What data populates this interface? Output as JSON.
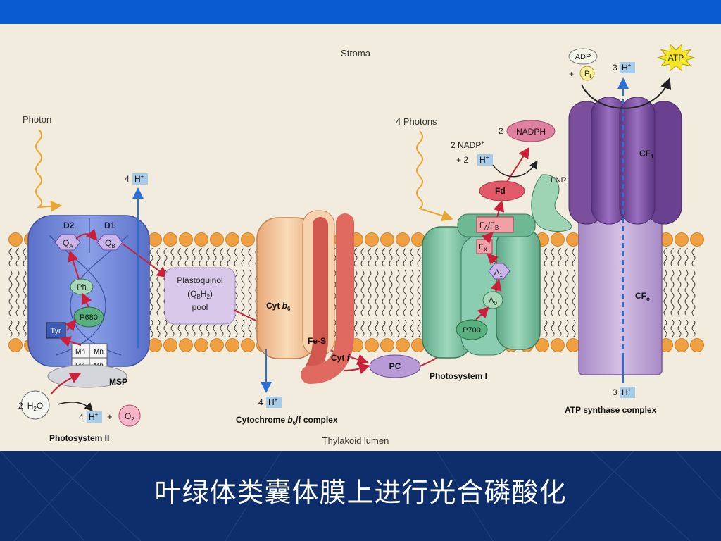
{
  "slide": {
    "caption": "叶绿体类囊体膜上进行光合磷酸化"
  },
  "diagram": {
    "stroma": "Stroma",
    "lumen": "Thylakoid lumen",
    "photon": "Photon",
    "four_photons": "4 Photons",
    "psii": {
      "title": "Photosystem II",
      "d2": "D2",
      "d1": "D1",
      "qa": "Q",
      "qa_sub": "A",
      "qb": "Q",
      "qb_sub": "B",
      "ph": "Ph",
      "p680": "P680",
      "tyr": "Tyr",
      "mn1": "Mn",
      "mn2": "Mn",
      "mn3": "Mn",
      "mn4": "Mn",
      "msp": "MSP"
    },
    "water": {
      "coef": "2",
      "h": "H",
      "sub": "2",
      "o": "O"
    },
    "psii_products": {
      "coef": "4",
      "h": "H",
      "sup": "+",
      "plus": "+",
      "o": "O",
      "osub": "2"
    },
    "psii_proton": {
      "coef": "4",
      "h": "H",
      "sup": "+"
    },
    "pq": {
      "line1": "Plastoquinol",
      "line2a": "(Q",
      "line2b": "B",
      "line2c": "H",
      "line2d": "2",
      "line2e": ")",
      "line3": "pool"
    },
    "cyt": {
      "title_a": "Cytochrome ",
      "title_b": "b",
      "title_c": "6",
      "title_d": "/f complex",
      "cytb": "Cyt ",
      "cytb_i": "b",
      "cytb_sub": "6",
      "fes": "Fe-S",
      "cytf": "Cyt ",
      "cytf_i": "f",
      "proton_coef": "4",
      "proton_h": "H",
      "proton_sup": "+"
    },
    "pc": "PC",
    "psi": {
      "title": "Photosystem I",
      "p700": "P700",
      "a0": "A",
      "a0_sub": "0",
      "a1": "A",
      "a1_sub": "1",
      "fx": "F",
      "fx_sub": "X",
      "fafb_a": "F",
      "fafb_asub": "A",
      "fafb_sep": "/F",
      "fafb_bsub": "B",
      "fd": "Fd",
      "fnr": "FNR"
    },
    "nadp": {
      "line1_coef": "2 NADP",
      "line1_sup": "+",
      "line2_plus": "+ 2",
      "line2_h": "H",
      "line2_sup": "+",
      "nadph_coef": "2",
      "nadph": "NADPH"
    },
    "atp": {
      "title": "ATP synthase complex",
      "cf1": "CF",
      "cf1_sub": "1",
      "cfo": "CF",
      "cfo_sub": "o",
      "adp": "ADP",
      "plus": "+",
      "pi": "P",
      "pi_sub": "i",
      "atp": "ATP",
      "top_coef": "3",
      "top_h": "H",
      "top_sup": "+",
      "bot_coef": "3",
      "bot_h": "H",
      "bot_sup": "+"
    }
  },
  "colors": {
    "background": "#f2ecde",
    "top_bar": "#0b5bd0",
    "caption_band": "#0d2d6b",
    "psii": "#6f86d8",
    "cyt_b6": "#f3c49a",
    "cyt_f": "#e06a60",
    "psi": "#7fc3a5",
    "atp_cf1": "#7b4f9c",
    "atp_cfo": "#b99ad0",
    "lipid_head": "#f0a040",
    "electron_arrow": "#cc1f3a",
    "proton_arrow": "#2a6fd6"
  }
}
